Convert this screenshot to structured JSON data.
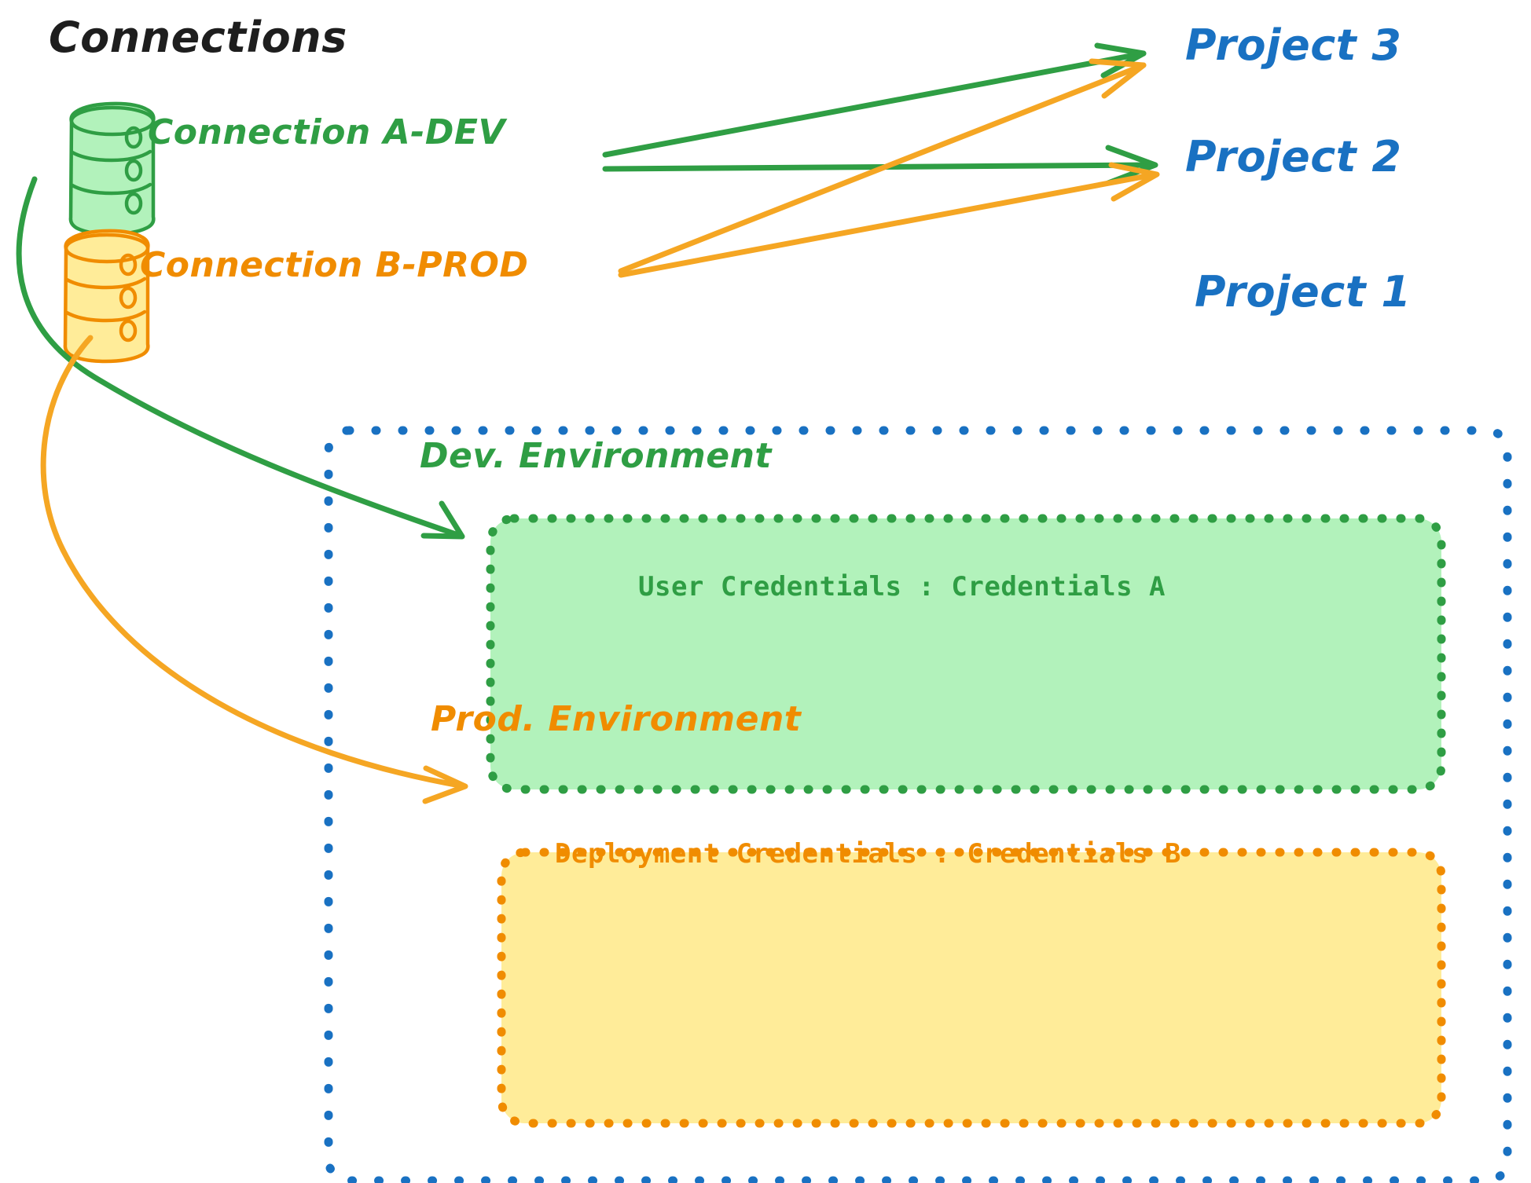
{
  "diagram": {
    "title": "Connections",
    "background": "#ffffff",
    "colors": {
      "green_stroke": "#2f9e44",
      "green_fill": "#b2f2bb",
      "orange_stroke": "#f08c00",
      "orange_fill": "#ffec99",
      "blue_stroke": "#1971c2",
      "black_text": "#1e1e1e",
      "arrow_green": "#2f9e44",
      "arrow_orange": "#f5a623"
    },
    "connections": [
      {
        "id": "connection-a-dev",
        "label": "Connection A-DEV",
        "icon": "database-icon",
        "color": "#2f9e44",
        "targets": [
          "Project 3",
          "Project 2",
          "Dev. Environment"
        ]
      },
      {
        "id": "connection-b-prod",
        "label": "Connection B-PROD",
        "icon": "database-icon",
        "color": "#f08c00",
        "targets": [
          "Project 3",
          "Project 2",
          "Prod. Environment"
        ]
      }
    ],
    "projects": [
      {
        "id": "project-3",
        "label": "Project 3"
      },
      {
        "id": "project-2",
        "label": "Project 2"
      },
      {
        "id": "project-1",
        "label": "Project 1"
      }
    ],
    "project_1_container": {
      "label": "Project 1",
      "border_style": "dotted",
      "border_color": "#1971c2",
      "environments": [
        {
          "id": "dev-environment",
          "label": "Dev. Environment",
          "credential_key": "User Credentials",
          "credential_separator": ":",
          "credential_value": "Credentials A",
          "credential_line": "User Credentials : Credentials A",
          "fill": "#b2f2bb",
          "border": "#2f9e44"
        },
        {
          "id": "prod-environment",
          "label": "Prod. Environment",
          "credential_key": "Deployment Credentials",
          "credential_separator": ":",
          "credential_value": "Credentials B",
          "credential_line": "Deployment Credentials : Credentials B",
          "fill": "#ffec99",
          "border": "#f08c00"
        }
      ]
    },
    "arrows": [
      {
        "id": "arrow-a-to-project-3",
        "color": "#2f9e44",
        "from": "connection-a-dev",
        "to": "project-3"
      },
      {
        "id": "arrow-a-to-project-2",
        "color": "#2f9e44",
        "from": "connection-a-dev",
        "to": "project-2"
      },
      {
        "id": "arrow-a-to-dev-env",
        "color": "#2f9e44",
        "from": "connection-a-dev",
        "to": "dev-environment"
      },
      {
        "id": "arrow-b-to-project-3",
        "color": "#f5a623",
        "from": "connection-b-prod",
        "to": "project-3"
      },
      {
        "id": "arrow-b-to-project-2",
        "color": "#f5a623",
        "from": "connection-b-prod",
        "to": "project-2"
      },
      {
        "id": "arrow-b-to-prod-env",
        "color": "#f5a623",
        "from": "connection-b-prod",
        "to": "prod-environment"
      }
    ]
  }
}
